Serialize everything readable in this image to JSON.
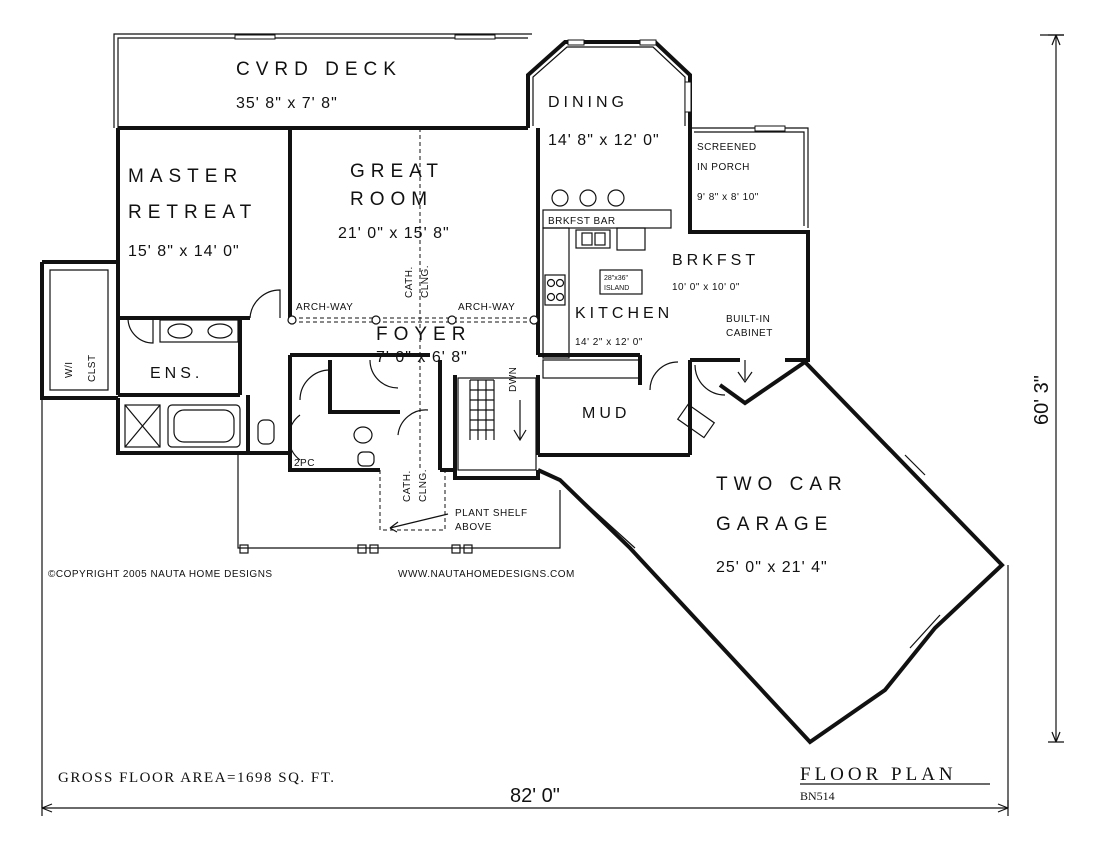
{
  "rooms": {
    "deck": {
      "name": "CVRD DECK",
      "size": "35' 8\" x 7' 8\""
    },
    "dining": {
      "name": "DINING",
      "size": "14' 8\" x 12' 0\""
    },
    "screened": {
      "name_line1": "SCREENED",
      "name_line2": "IN PORCH",
      "size": "9' 8\" x 8' 10\""
    },
    "master": {
      "name_line1": "MASTER",
      "name_line2": "RETREAT",
      "size": "15' 8\" x 14' 0\""
    },
    "great": {
      "name_line1": "GREAT",
      "name_line2": "ROOM",
      "size": "21' 0\" x 15' 8\""
    },
    "breakfast": {
      "name": "BRKFST",
      "size": "10' 0\" x 10' 0\""
    },
    "kitchen": {
      "name": "KITCHEN",
      "size": "14' 2\" x 12' 0\""
    },
    "foyer": {
      "name": "FOYER",
      "size": "7' 0\" x 6' 8\""
    },
    "ensuite": {
      "name": "ENS."
    },
    "walkin": {
      "name_line1": "W/I",
      "name_line2": "CLST"
    },
    "mud": {
      "name": "MUD"
    },
    "powder": {
      "name": "2PC"
    },
    "garage": {
      "name_line1": "TWO CAR",
      "name_line2": "GARAGE",
      "size": "25' 0\" x 21' 4\""
    }
  },
  "notes": {
    "brkfst_bar": "BRKFST BAR",
    "island_line1": "28\"x36\"",
    "island_line2": "ISLAND",
    "built_in_line1": "BUILT-IN",
    "built_in_line2": "CABINET",
    "archway_left": "ARCH-WAY",
    "archway_right": "ARCH-WAY",
    "cath_clng_a1": "CATH.",
    "cath_clng_a2": "CLNG.",
    "cath_clng_b1": "CATH.",
    "cath_clng_b2": "CLNG.",
    "down": "DWN",
    "plant_shelf_line1": "PLANT SHELF",
    "plant_shelf_line2": "ABOVE"
  },
  "footer": {
    "copyright": "©COPYRIGHT 2005 NAUTA HOME DESIGNS",
    "website": "WWW.NAUTAHOMEDESIGNS.COM",
    "gross_area": "GROSS FLOOR AREA=1698 SQ. FT.",
    "title": "FLOOR PLAN",
    "plan_number": "BN514"
  },
  "dimensions": {
    "width": "82' 0\"",
    "depth": "60' 3\""
  }
}
